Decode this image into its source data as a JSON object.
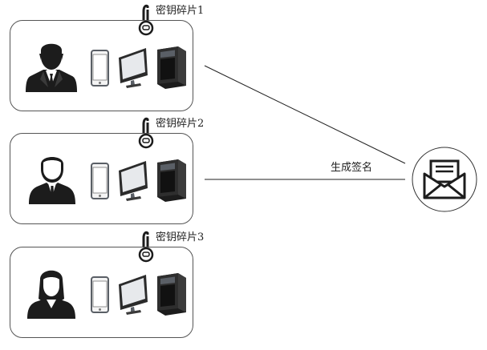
{
  "parties": [
    {
      "id": "party-1",
      "person": "man-suit-icon",
      "devices": [
        "smartphone-icon",
        "monitor-icon",
        "desktop-tower-icon"
      ],
      "key_label": "密钥碎片1"
    },
    {
      "id": "party-2",
      "person": "man-icon",
      "devices": [
        "smartphone-icon",
        "monitor-icon",
        "desktop-tower-icon"
      ],
      "key_label": "密钥碎片2"
    },
    {
      "id": "party-3",
      "person": "woman-icon",
      "devices": [
        "smartphone-icon",
        "monitor-icon",
        "desktop-tower-icon"
      ],
      "key_label": "密钥碎片3"
    }
  ],
  "edge_label": "生成签名",
  "signature_node": {
    "icon": "envelope-letter-icon"
  },
  "colors": {
    "outline": "#555555",
    "icon_dark": "#1c1c1c",
    "device_gray": "#5a5f66"
  }
}
